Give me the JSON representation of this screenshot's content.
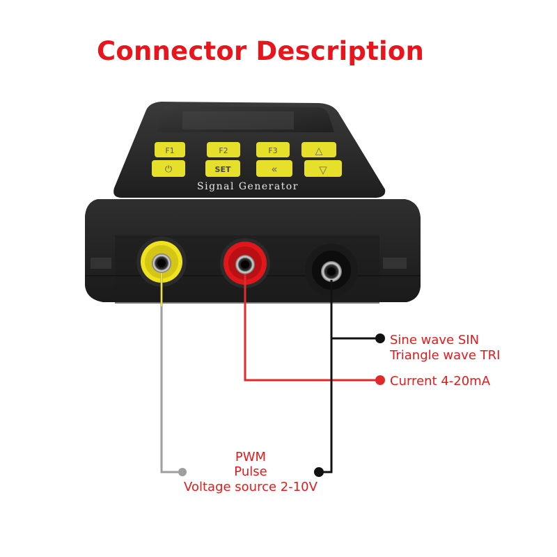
{
  "title": "Connector Description",
  "device": {
    "name_label": "Signal Generator",
    "keys": [
      "F1",
      "F2",
      "F3",
      "△",
      "⏻",
      "SET",
      "«",
      "▽"
    ],
    "key_color": "#e6e02a",
    "body_color": "#2a2a2a"
  },
  "connectors": [
    {
      "name": "yellow-jack",
      "color": "#f0e21c",
      "wire_color": "#9e9e9e"
    },
    {
      "name": "red-jack",
      "color": "#e0181c",
      "wire_color": "#e02a2a"
    },
    {
      "name": "black-jack",
      "color": "#1a1a1a",
      "wire_color": "#111111"
    }
  ],
  "labels": {
    "black_line1": "Sine wave SIN",
    "black_line2": "Triangle wave TRI",
    "red_line1": "Current 4-20mA",
    "bottom_line1": "PWM",
    "bottom_line2": "Pulse",
    "bottom_line3": "Voltage source 2-10V"
  },
  "accent_color": "#e01b1b"
}
